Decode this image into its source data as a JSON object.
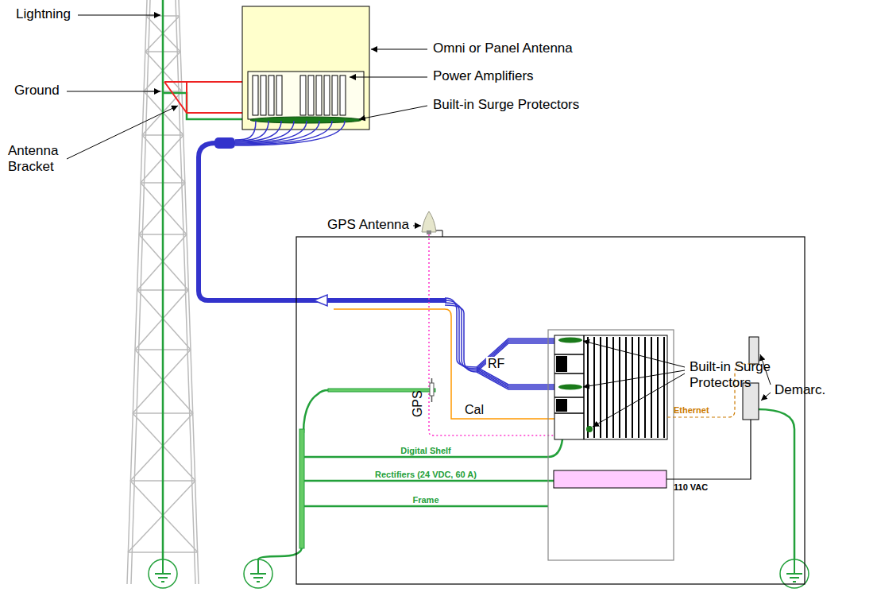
{
  "diagram": {
    "labels": [
      "Lightning",
      "Ground",
      "Antenna Bracket",
      "Omni or Panel Antenna",
      "Power Amplifiers",
      "Built-in Surge Protectors",
      "GPS Antenna",
      "Built-in Surge Protectors",
      "Demarc.",
      "GPS",
      "RF",
      "Cal",
      "Ethernet",
      "Digital Shelf",
      "Rectifiers (24 VDC, 60 A)",
      "Frame",
      "110 VAC"
    ]
  }
}
